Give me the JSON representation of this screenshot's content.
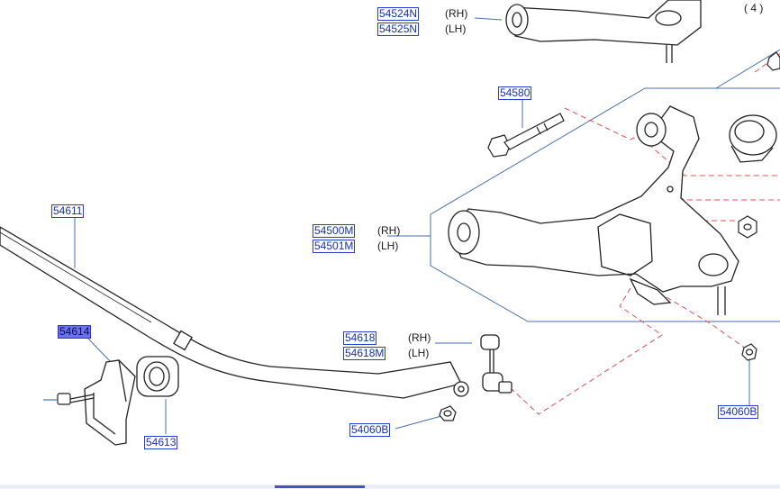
{
  "parts": {
    "p54524N": "54524N",
    "p54525N": "54525N",
    "p54580": "54580",
    "p54611": "54611",
    "p54500M": "54500M",
    "p54501M": "54501M",
    "p54614": "54614",
    "p54618": "54618",
    "p54618M": "54618M",
    "p54613": "54613",
    "p54060B_left": "54060B",
    "p54060B_right": "54060B"
  },
  "sides": {
    "rh_a": "(RH)",
    "lh_a": "(LH)",
    "rh_b": "(RH)",
    "lh_b": "(LH)",
    "rh_c": "(RH)",
    "lh_c": "(LH)"
  },
  "callout": "( 4 )",
  "colors": {
    "part_link": "#1a2fb0",
    "part_link_selected_bg": "#6b72f0",
    "leader_line": "#4a6fb0",
    "dashed_line": "#e0505a",
    "drawing": "#222222"
  }
}
